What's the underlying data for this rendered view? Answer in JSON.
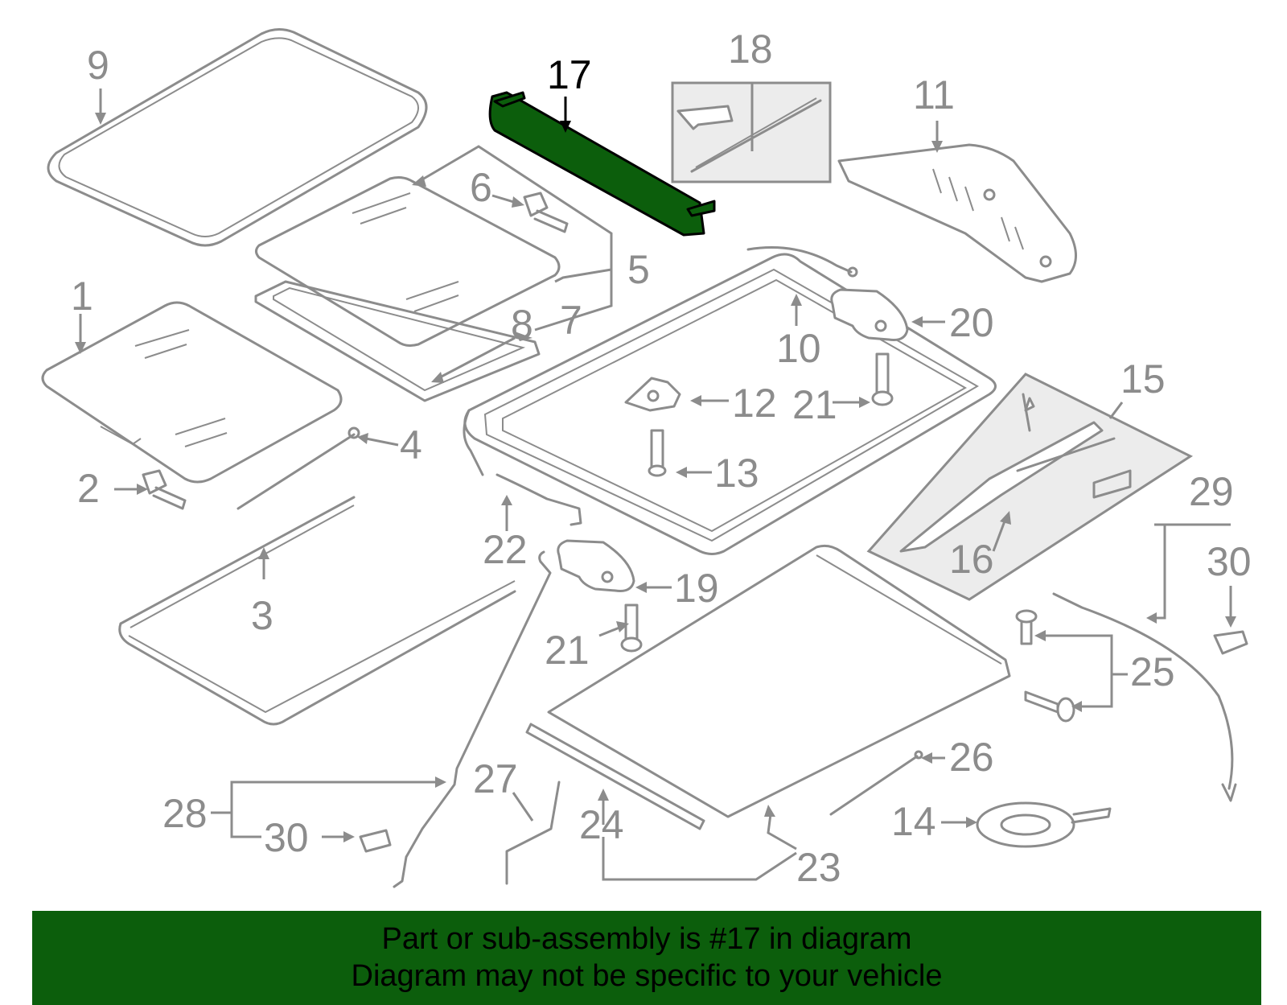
{
  "highlighted_part": "17",
  "callouts": {
    "c1": "1",
    "c2": "2",
    "c3": "3",
    "c4": "4",
    "c5": "5",
    "c6": "6",
    "c7": "7",
    "c8": "8",
    "c9": "9",
    "c10": "10",
    "c11": "11",
    "c12": "12",
    "c13": "13",
    "c14": "14",
    "c15": "15",
    "c16": "16",
    "c17": "17",
    "c18": "18",
    "c19": "19",
    "c20": "20",
    "c21a": "21",
    "c21b": "21",
    "c22": "22",
    "c23": "23",
    "c24": "24",
    "c25": "25",
    "c26": "26",
    "c27": "27",
    "c28": "28",
    "c29": "29",
    "c30a": "30",
    "c30b": "30"
  },
  "banner": {
    "line1": "Part or sub-assembly is #17 in diagram",
    "line2": "Diagram may not be specific to your vehicle"
  },
  "colors": {
    "highlight": "#0c5e0c",
    "line": "#8c8c8c",
    "group_box": "#ececec"
  }
}
